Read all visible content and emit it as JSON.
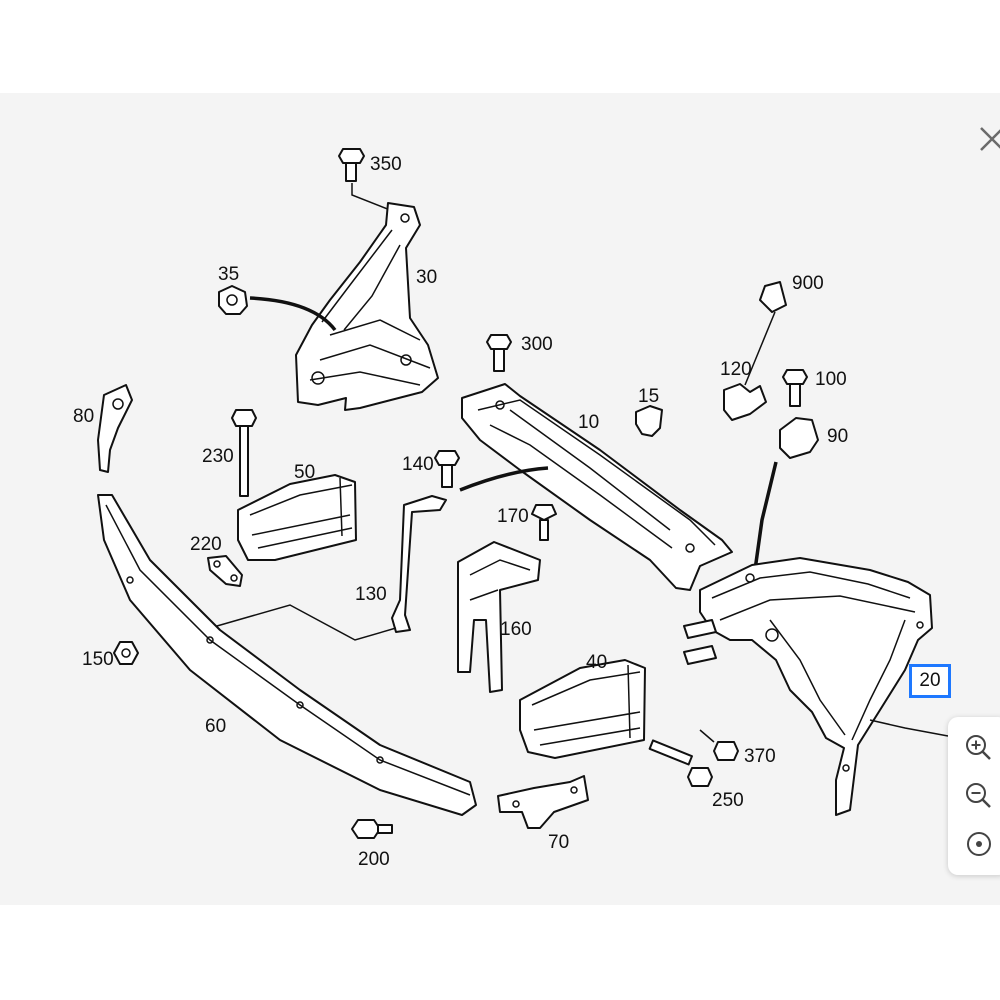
{
  "diagram": {
    "labels": {
      "p350": "350",
      "p30": "30",
      "p35": "35",
      "p900": "900",
      "p300": "300",
      "p120": "120",
      "p100": "100",
      "p15": "15",
      "p10": "10",
      "p80": "80",
      "p90": "90",
      "p230": "230",
      "p140": "140",
      "p50": "50",
      "p170": "170",
      "p220": "220",
      "p130": "130",
      "p160": "160",
      "p150": "150",
      "p40": "40",
      "p60": "60",
      "p370": "370",
      "p250": "250",
      "p70": "70",
      "p200": "200"
    },
    "highlighted_label": "20",
    "highlight_color": "#1e78ff"
  },
  "controls": {
    "close_icon": "close-icon",
    "zoom_in_icon": "zoom-in-icon",
    "zoom_out_icon": "zoom-out-icon",
    "reset_icon": "reset-view-icon"
  }
}
